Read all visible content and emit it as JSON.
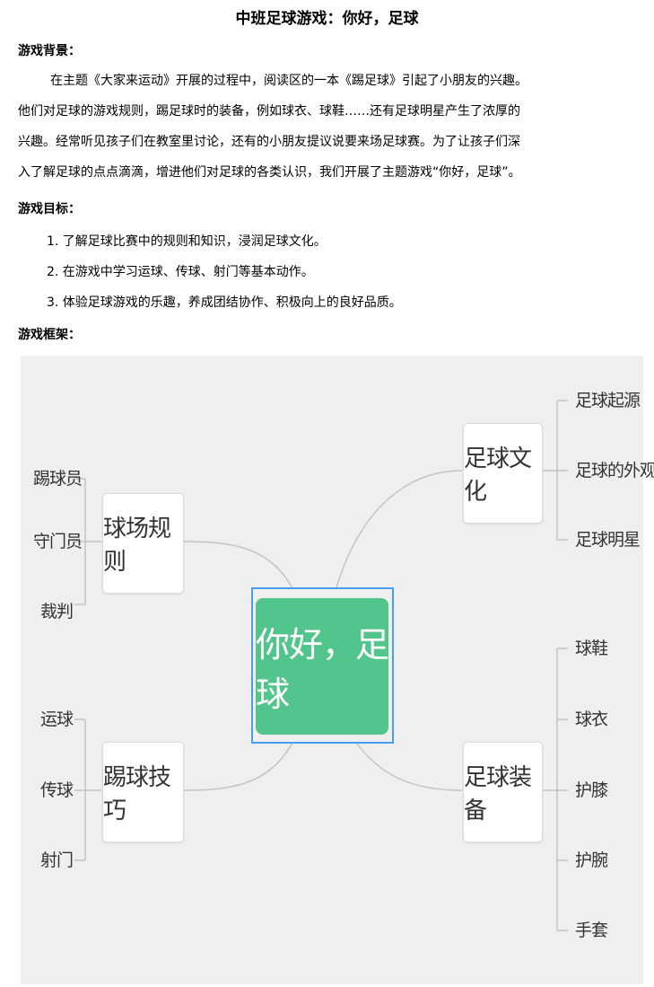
{
  "title": "中班足球游戏：你好，足球",
  "background": {
    "heading": "游戏背景：",
    "lines": [
      "在主题《大家来运动》开展的过程中，阅读区的一本《踢足球》引起了小朋友的兴趣。",
      "他们对足球的游戏规则，踢足球时的装备，例如球衣、球鞋……还有足球明星产生了浓厚的",
      "兴趣。经常听见孩子们在教室里讨论，还有的小朋友提议说要来场足球赛。为了让孩子们深",
      "入了解足球的点点滴滴，增进他们对足球的各类认识，我们开展了主题游戏“你好，足球”。"
    ]
  },
  "goals": {
    "heading": "游戏目标：",
    "items": [
      "1. 了解足球比赛中的规则和知识，浸润足球文化。",
      "2. 在游戏中学习运球、传球、射门等基本动作。",
      "3. 体验足球游戏的乐趣，养成团结协作、积极向上的良好品质。"
    ]
  },
  "framework": {
    "heading": "游戏框架：",
    "center": "你好，足球",
    "branches": {
      "rules": {
        "label": "球场规则",
        "leaves": [
          "踢球员",
          "守门员",
          "裁判"
        ]
      },
      "skills": {
        "label": "踢球技巧",
        "leaves": [
          "运球",
          "传球",
          "射门"
        ]
      },
      "culture": {
        "label": "足球文化",
        "leaves": [
          "足球起源",
          "足球的外观",
          "足球明星"
        ]
      },
      "equipment": {
        "label": "足球装备",
        "leaves": [
          "球鞋",
          "球衣",
          "护膝",
          "护腕",
          "手套"
        ]
      }
    },
    "colors": {
      "center": "#52c58c",
      "selection": "#4a9df0",
      "canvas": "#efefef"
    }
  }
}
